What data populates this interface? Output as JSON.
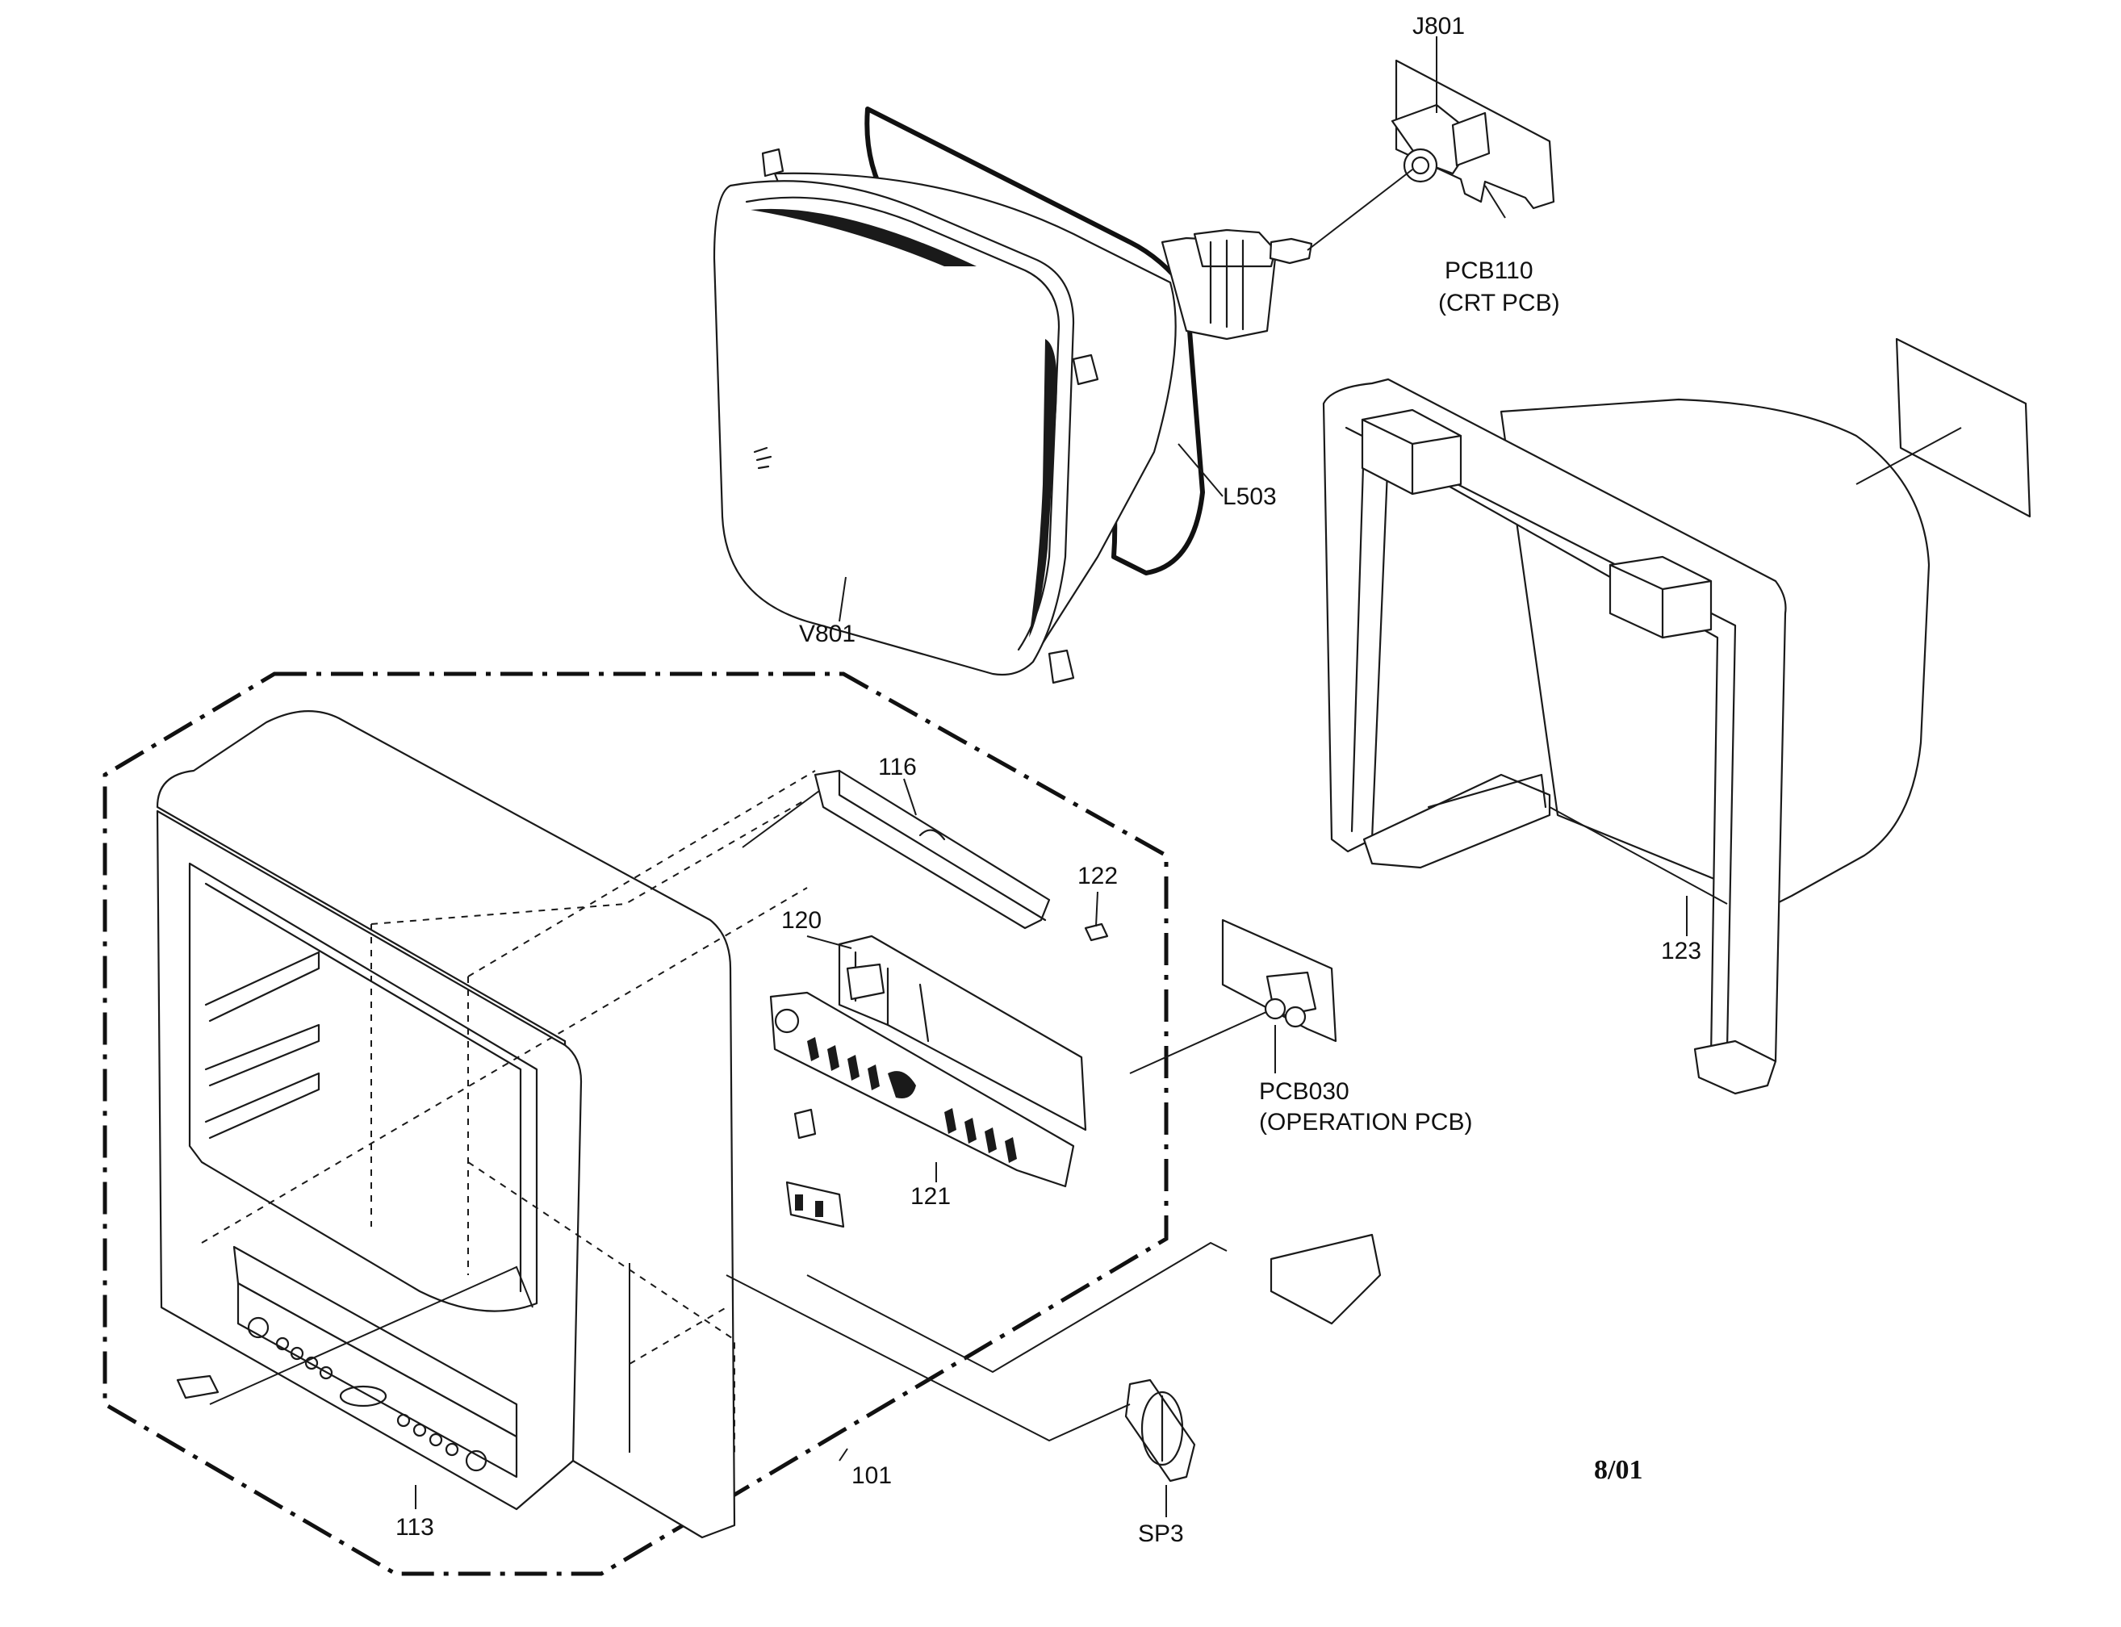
{
  "labels": {
    "j801": "J801",
    "pcb110": "PCB110",
    "pcb110_desc": "(CRT PCB)",
    "l503": "L503",
    "v801": "V801",
    "p116": "116",
    "p122": "122",
    "p120": "120",
    "p121": "121",
    "p123": "123",
    "pcb030": "PCB030",
    "pcb030_desc": "(OPERATION PCB)",
    "p101": "101",
    "p113": "113",
    "sp3": "SP3"
  },
  "footer": {
    "date": "8/01"
  }
}
